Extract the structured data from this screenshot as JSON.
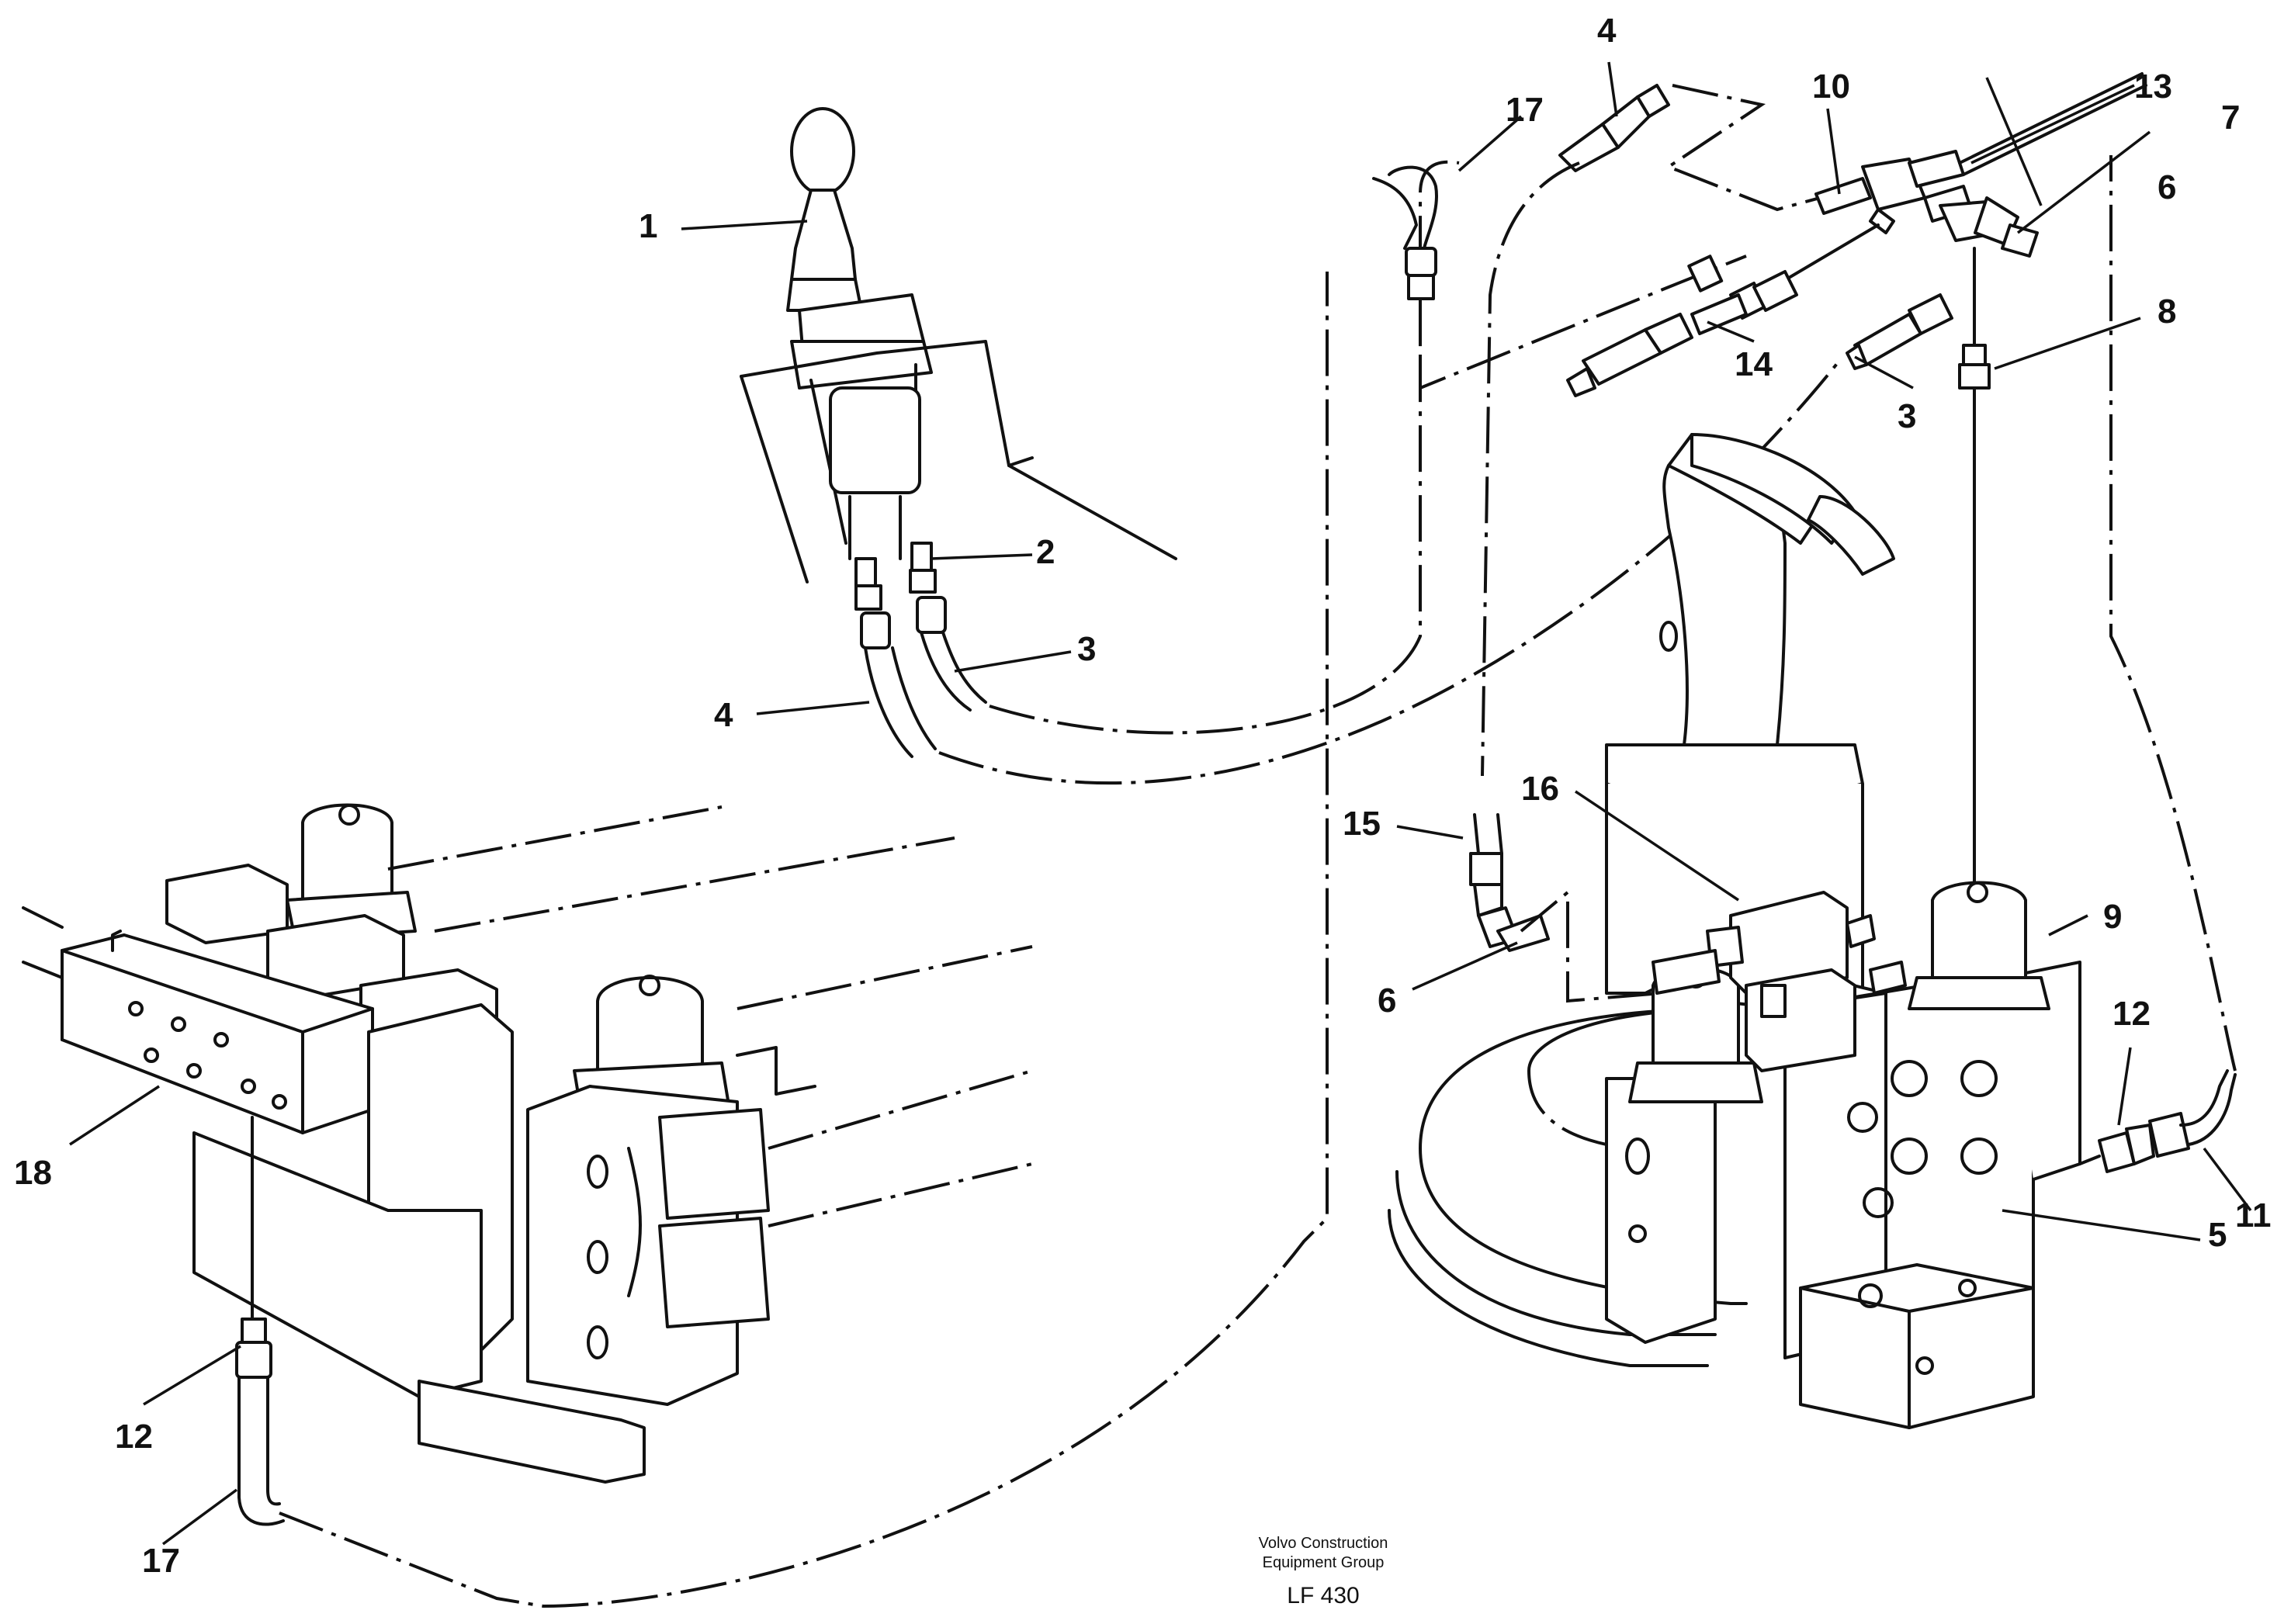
{
  "callouts": {
    "c1": "1",
    "c2": "2",
    "c3a": "3",
    "c3b": "3",
    "c4a": "4",
    "c4b": "4",
    "c5": "5",
    "c6a": "6",
    "c6b": "6",
    "c7": "7",
    "c8": "8",
    "c9": "9",
    "c10": "10",
    "c11": "11",
    "c12a": "12",
    "c12b": "12",
    "c13": "13",
    "c14": "14",
    "c15": "15",
    "c16": "16",
    "c17a": "17",
    "c17b": "17",
    "c18": "18"
  },
  "footer": {
    "line1": "Volvo Construction",
    "line2": "Equipment Group",
    "code": "LF 430"
  }
}
